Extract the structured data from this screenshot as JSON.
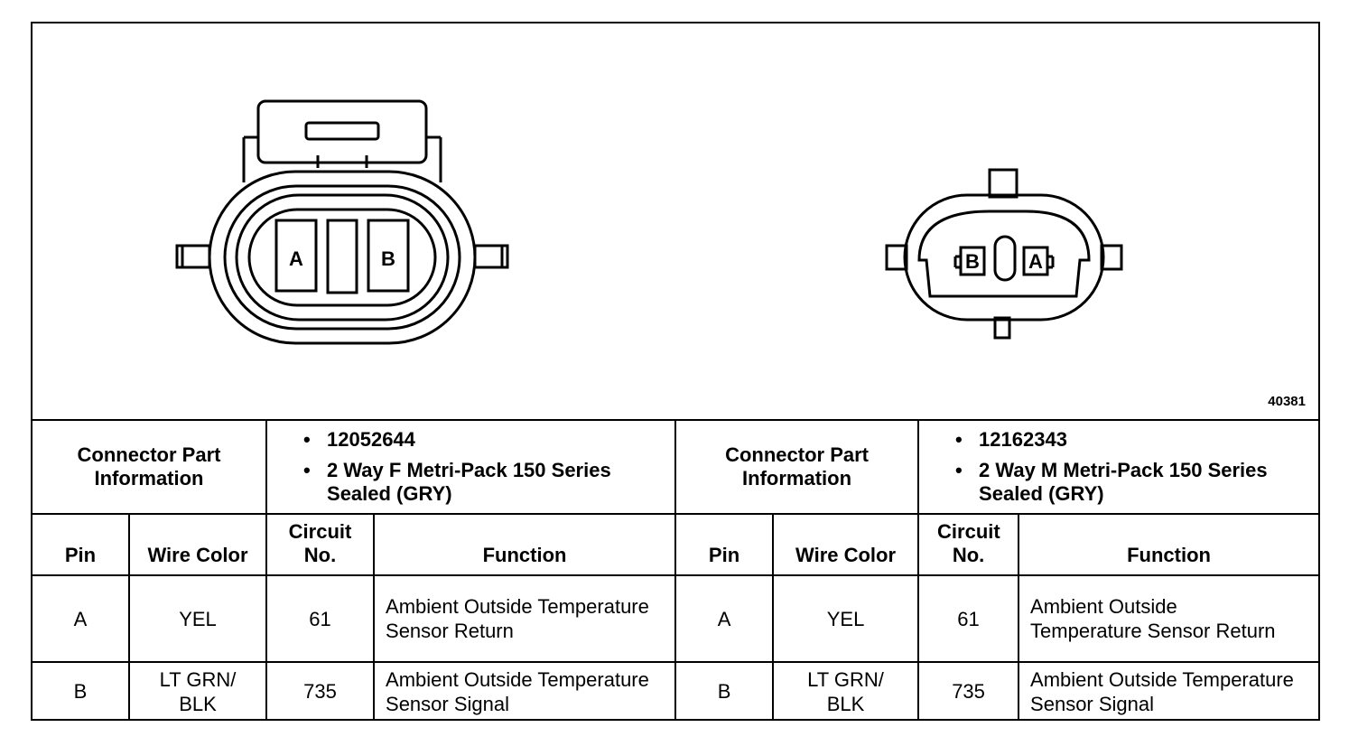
{
  "figure_id": "40381",
  "connectors": [
    {
      "part_header": "Connector Part Information",
      "part_bullets": [
        "12052644",
        "2 Way F Metri-Pack 150 Series Sealed (GRY)"
      ],
      "columns": {
        "pin": "Pin",
        "wire_color": "Wire Color",
        "circuit": "Circuit No.",
        "function": "Function"
      },
      "rows": [
        {
          "pin": "A",
          "wire_color": "YEL",
          "circuit": "61",
          "function": "Ambient Outside Temperature Sensor Return"
        },
        {
          "pin": "B",
          "wire_color": "LT GRN/ BLK",
          "circuit": "735",
          "function": "Ambient Outside Temperature Sensor Signal"
        }
      ]
    },
    {
      "part_header": "Connector Part Information",
      "part_bullets": [
        "12162343",
        "2 Way M Metri-Pack 150 Series Sealed (GRY)"
      ],
      "columns": {
        "pin": "Pin",
        "wire_color": "Wire Color",
        "circuit": "Circuit No.",
        "function": "Function"
      },
      "rows": [
        {
          "pin": "A",
          "wire_color": "YEL",
          "circuit": "61",
          "function": "Ambient Outside Temperature Sensor Return"
        },
        {
          "pin": "B",
          "wire_color": "LT GRN/ BLK",
          "circuit": "735",
          "function": "Ambient Outside Temperature Sensor Signal"
        }
      ]
    }
  ],
  "diagram_labels": {
    "left_pins": [
      "A",
      "B"
    ],
    "right_pins": [
      "B",
      "A"
    ]
  }
}
